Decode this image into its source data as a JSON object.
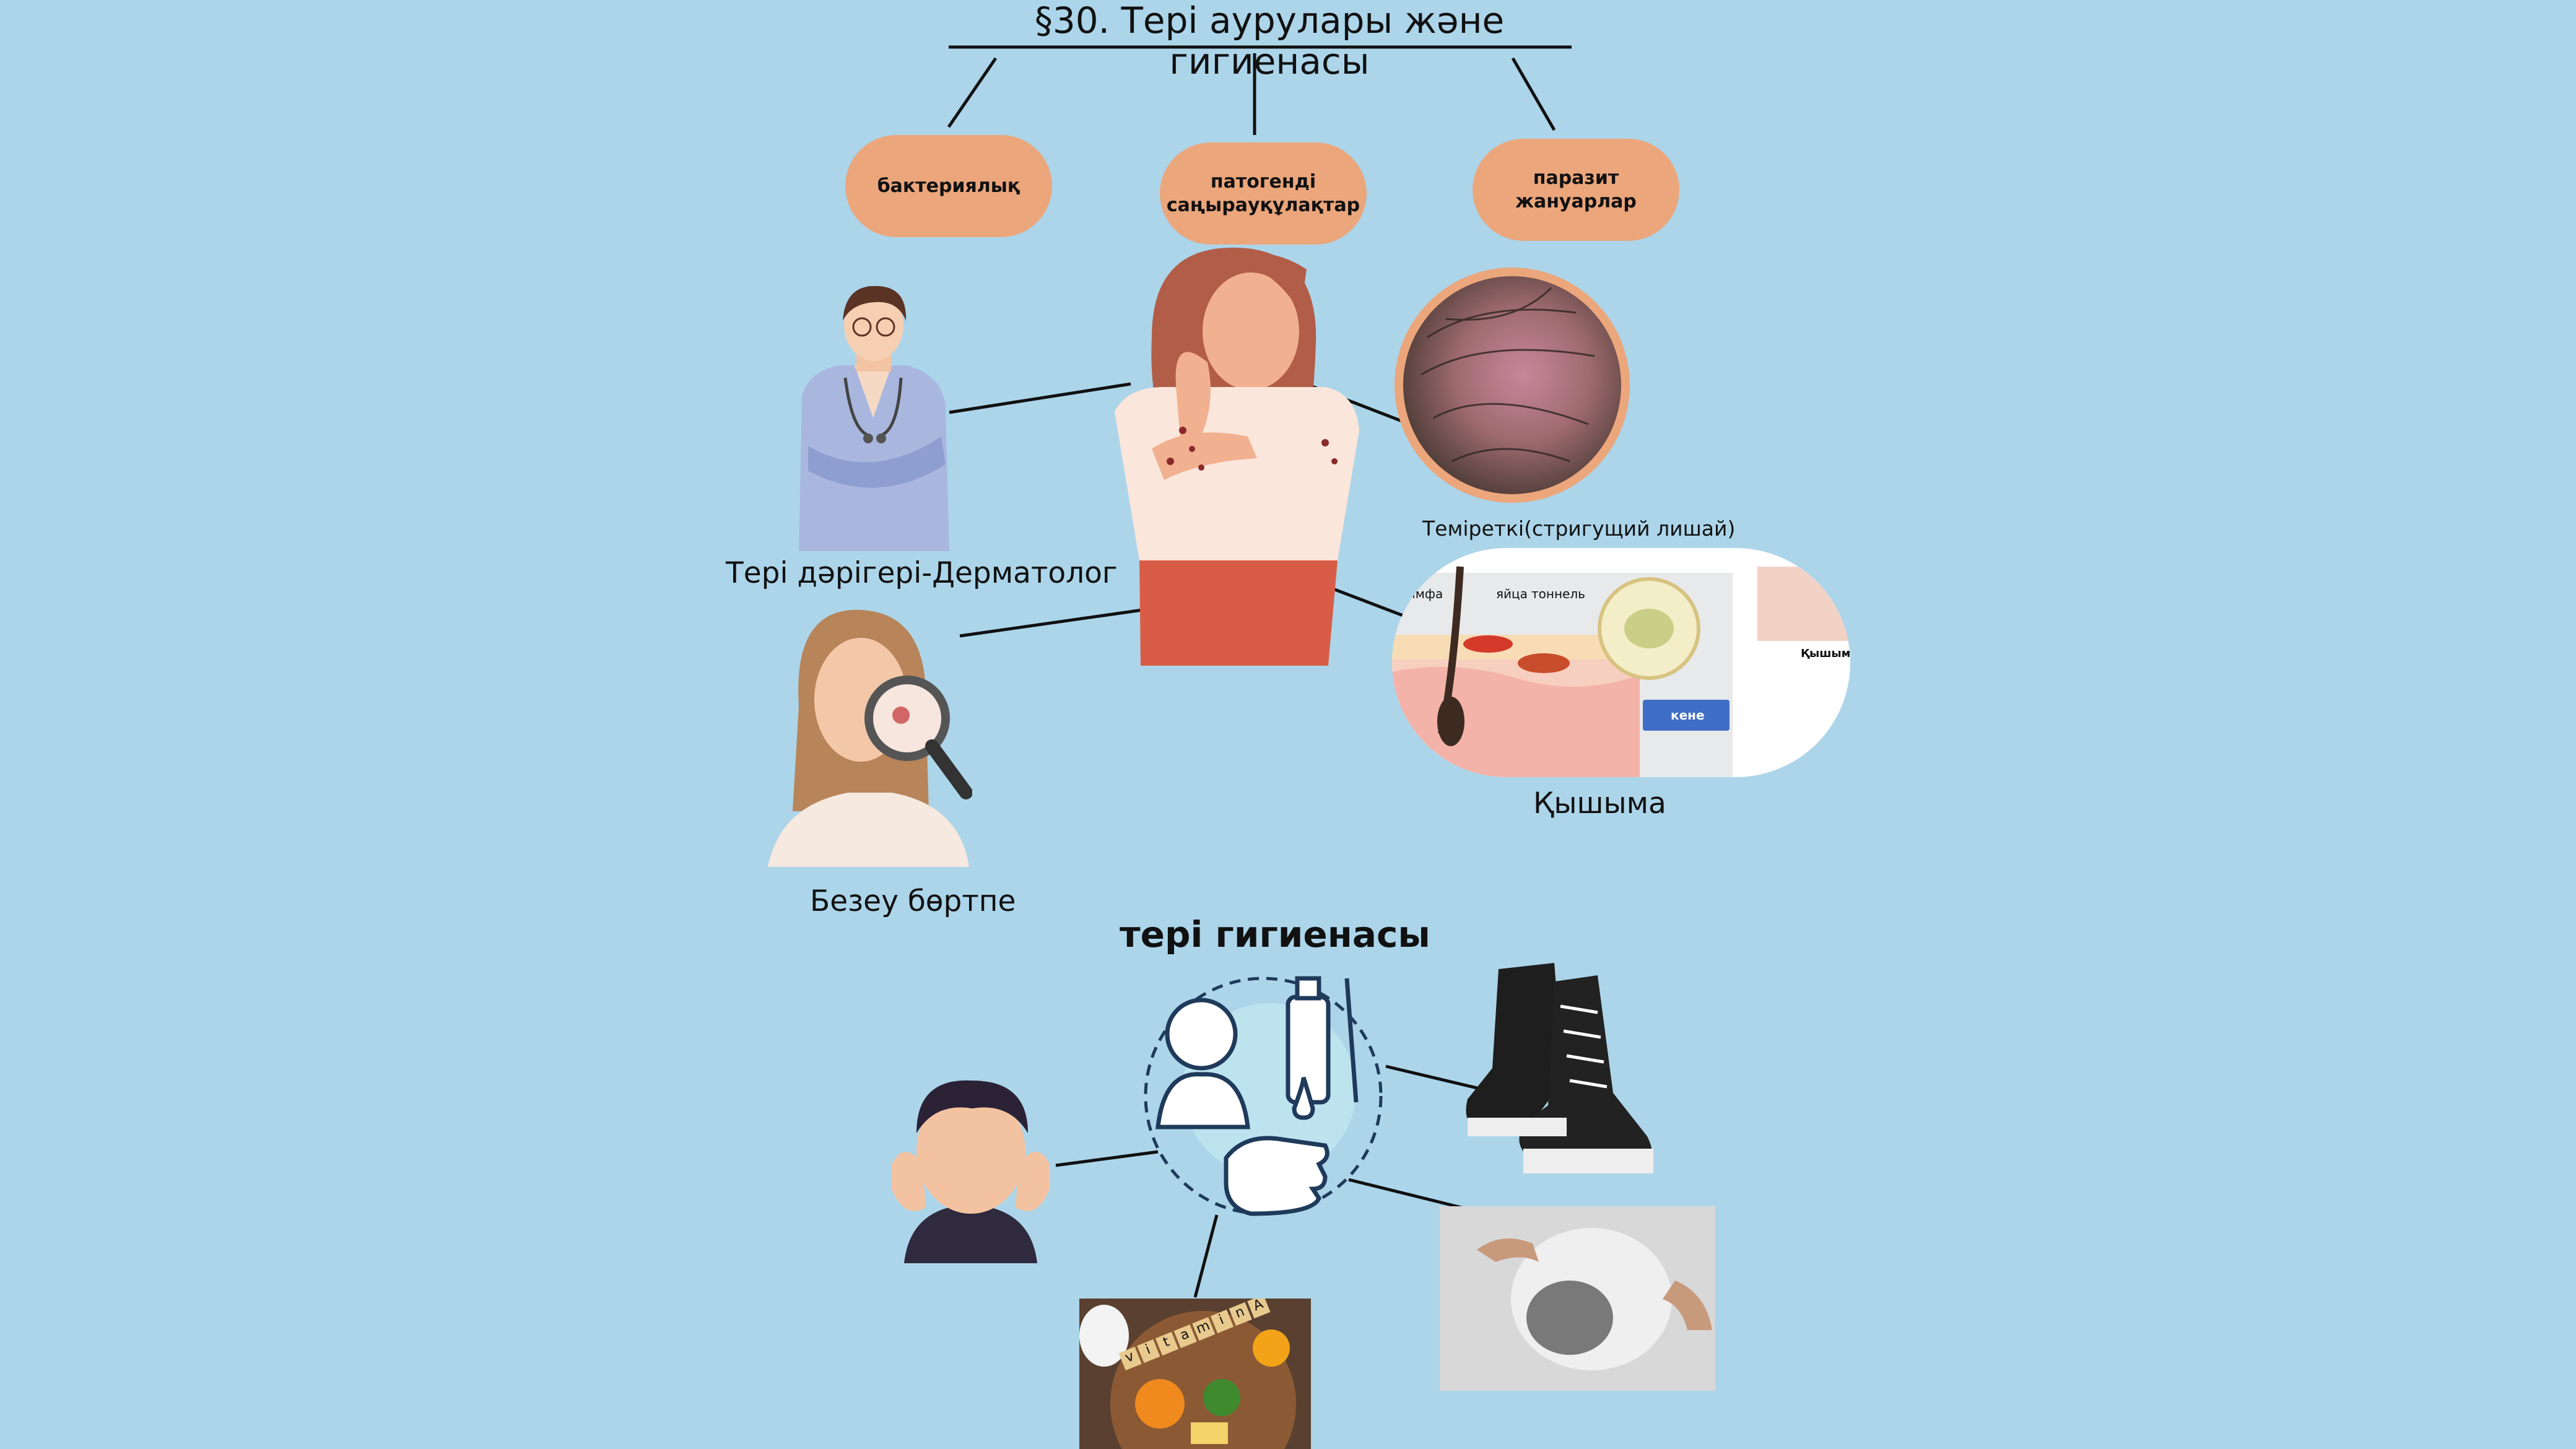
{
  "title": "§30. Тері аурулары және гигиенасы",
  "categories": {
    "bacterial": "бактериялық",
    "fungal": "патогенді саңырауқұлақтар",
    "parasitic": "паразит жануарлар"
  },
  "labels": {
    "dermatologist": "Тері дәрігері-Дерматолог",
    "ringworm": "Теміреткі(стригущий лишай)",
    "scabies": "Қышыма",
    "acne": "Безеу бөртпе"
  },
  "scabies_diagram": {
    "lymph": "лимфа",
    "eggs": "яйца",
    "tunnel": "тоннель",
    "mite": "кене",
    "side": "Қышым"
  },
  "hygiene": {
    "title": "тері гигиенасы",
    "vitamin_letters": [
      "v",
      "i",
      "t",
      "a",
      "m",
      "i",
      "n",
      "A"
    ]
  },
  "colors": {
    "background": "#acd5ea",
    "pill": "#eba67c"
  }
}
